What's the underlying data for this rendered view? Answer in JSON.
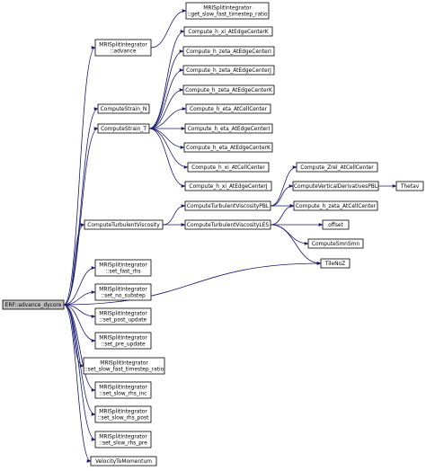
{
  "graph": {
    "root": "ERF::advance_dycore",
    "nodes": {
      "root": [
        "ERF::advance_dycore"
      ],
      "mri_advance": [
        "MRISplitIntegrator",
        "::advance"
      ],
      "mri_get_ratio": [
        "MRISplitIntegrator",
        "::get_slow_fast_timestep_ratio"
      ],
      "strain_n": [
        "ComputeStrain_N"
      ],
      "strain_t": [
        "ComputeStrain_T"
      ],
      "hxi_edge_k": [
        "Compute_h_xi_AtEdgeCenterK"
      ],
      "hzeta_edge_i": [
        "Compute_h_zeta_AtEdgeCenterI"
      ],
      "hzeta_edge_j": [
        "Compute_h_zeta_AtEdgeCenterJ"
      ],
      "hzeta_edge_k": [
        "Compute_h_zeta_AtEdgeCenterK"
      ],
      "heta_cell": [
        "Compute_h_eta_AtCellCenter"
      ],
      "heta_edge_i": [
        "Compute_h_eta_AtEdgeCenterI"
      ],
      "heta_edge_k": [
        "Compute_h_eta_AtEdgeCenterK"
      ],
      "hxi_cell": [
        "Compute_h_xi_AtCellCenter"
      ],
      "hxi_edge_j": [
        "Compute_h_xi_AtEdgeCenterJ"
      ],
      "turb_visc": [
        "ComputeTurbulentViscosity"
      ],
      "turb_visc_pbl": [
        "ComputeTurbulentViscosityPBL"
      ],
      "turb_visc_les": [
        "ComputeTurbulentViscosityLES"
      ],
      "zrel": [
        "Compute_Zrel_AtCellCenter"
      ],
      "vert_deriv": [
        "ComputeVerticalDerivativesPBL"
      ],
      "thetav": [
        "Thetav"
      ],
      "hzeta_cell": [
        "Compute_h_zeta_AtCellCenter"
      ],
      "offset": [
        "offset"
      ],
      "smnsmn": [
        "ComputeSmnSmn"
      ],
      "tilenoz": [
        "TileNoZ"
      ],
      "set_fast_rhs": [
        "MRISplitIntegrator",
        "::set_fast_rhs"
      ],
      "set_no_substep": [
        "MRISplitIntegrator",
        "::set_no_substep"
      ],
      "set_post_update": [
        "MRISplitIntegrator",
        "::set_post_update"
      ],
      "set_pre_update": [
        "MRISplitIntegrator",
        "::set_pre_update"
      ],
      "set_slow_fast_ratio": [
        "MRISplitIntegrator",
        "::set_slow_fast_timestep_ratio"
      ],
      "set_slow_rhs_inc": [
        "MRISplitIntegrator",
        "::set_slow_rhs_inc"
      ],
      "set_slow_rhs_post": [
        "MRISplitIntegrator",
        "::set_slow_rhs_post"
      ],
      "set_slow_rhs_pre": [
        "MRISplitIntegrator",
        "::set_slow_rhs_pre"
      ],
      "velocity_to_momentum": [
        "VelocityToMomentum"
      ]
    },
    "edges": [
      [
        "root",
        "mri_advance"
      ],
      [
        "root",
        "strain_n"
      ],
      [
        "root",
        "strain_t"
      ],
      [
        "root",
        "turb_visc"
      ],
      [
        "root",
        "tilenoz"
      ],
      [
        "root",
        "set_fast_rhs"
      ],
      [
        "root",
        "set_no_substep"
      ],
      [
        "root",
        "set_post_update"
      ],
      [
        "root",
        "set_pre_update"
      ],
      [
        "root",
        "set_slow_fast_ratio"
      ],
      [
        "root",
        "set_slow_rhs_inc"
      ],
      [
        "root",
        "set_slow_rhs_post"
      ],
      [
        "root",
        "set_slow_rhs_pre"
      ],
      [
        "root",
        "velocity_to_momentum"
      ],
      [
        "mri_advance",
        "mri_get_ratio"
      ],
      [
        "strain_t",
        "hxi_edge_k"
      ],
      [
        "strain_t",
        "hzeta_edge_i"
      ],
      [
        "strain_t",
        "hzeta_edge_j"
      ],
      [
        "strain_t",
        "hzeta_edge_k"
      ],
      [
        "strain_t",
        "heta_cell"
      ],
      [
        "strain_t",
        "heta_edge_i"
      ],
      [
        "strain_t",
        "heta_edge_k"
      ],
      [
        "strain_t",
        "hxi_cell"
      ],
      [
        "strain_t",
        "hxi_edge_j"
      ],
      [
        "turb_visc",
        "turb_visc_pbl"
      ],
      [
        "turb_visc",
        "turb_visc_les"
      ],
      [
        "turb_visc_pbl",
        "zrel"
      ],
      [
        "turb_visc_pbl",
        "vert_deriv"
      ],
      [
        "turb_visc_pbl",
        "hzeta_cell"
      ],
      [
        "vert_deriv",
        "thetav"
      ],
      [
        "turb_visc_les",
        "offset"
      ],
      [
        "turb_visc_les",
        "smnsmn"
      ],
      [
        "turb_visc_les",
        "tilenoz"
      ],
      [
        "turb_visc_les",
        "hzeta_cell"
      ]
    ]
  },
  "colors": {
    "edge": "#191970",
    "root_fill": "#bfbfbf",
    "node_fill": "#ffffff",
    "node_stroke": "#000000"
  }
}
